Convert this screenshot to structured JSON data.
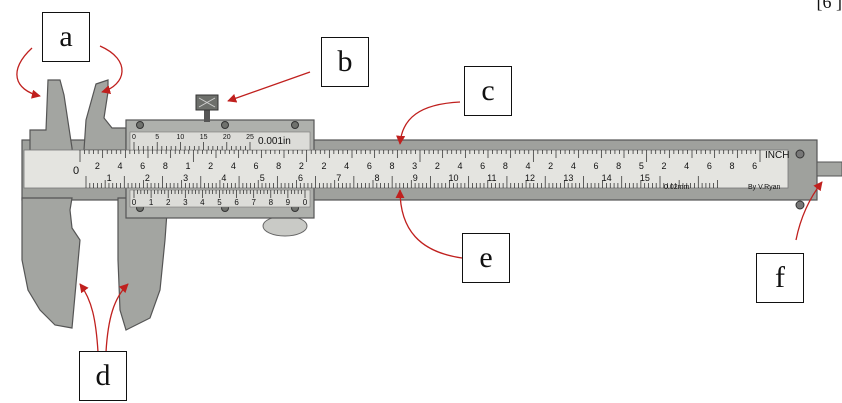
{
  "corner_text": "[6 ]",
  "labels": {
    "a": "a",
    "b": "b",
    "c": "c",
    "d": "d",
    "e": "e",
    "f": "f"
  },
  "scale": {
    "inch_numbers": [
      "2",
      "4",
      "6",
      "8",
      "1",
      "2",
      "4",
      "6",
      "8",
      "2",
      "2",
      "4",
      "6",
      "8",
      "3",
      "2",
      "4",
      "6",
      "8",
      "4",
      "2",
      "4",
      "6",
      "8",
      "5",
      "2",
      "4",
      "6",
      "8",
      "6"
    ],
    "cm_numbers": [
      "0",
      "1",
      "2",
      "3",
      "4",
      "5",
      "6",
      "7",
      "8",
      "9",
      "10",
      "11",
      "12",
      "13",
      "14",
      "15"
    ],
    "vernier_top_numbers": [
      "0",
      "5",
      "10",
      "15",
      "20",
      "25"
    ],
    "vernier_bottom_numbers": [
      "0",
      "1",
      "2",
      "3",
      "4",
      "5",
      "6",
      "7",
      "8",
      "9",
      "0"
    ],
    "vernier_precision_text": "0.001in",
    "inch_unit_text": "INCH",
    "mm_precision_text": "0.02mm",
    "credit_text": "By V.Ryan"
  },
  "colors": {
    "arrow": "#c0201e",
    "body": "#a8aaa6",
    "scale_face": "#e4e4e0",
    "outline": "#555555"
  }
}
